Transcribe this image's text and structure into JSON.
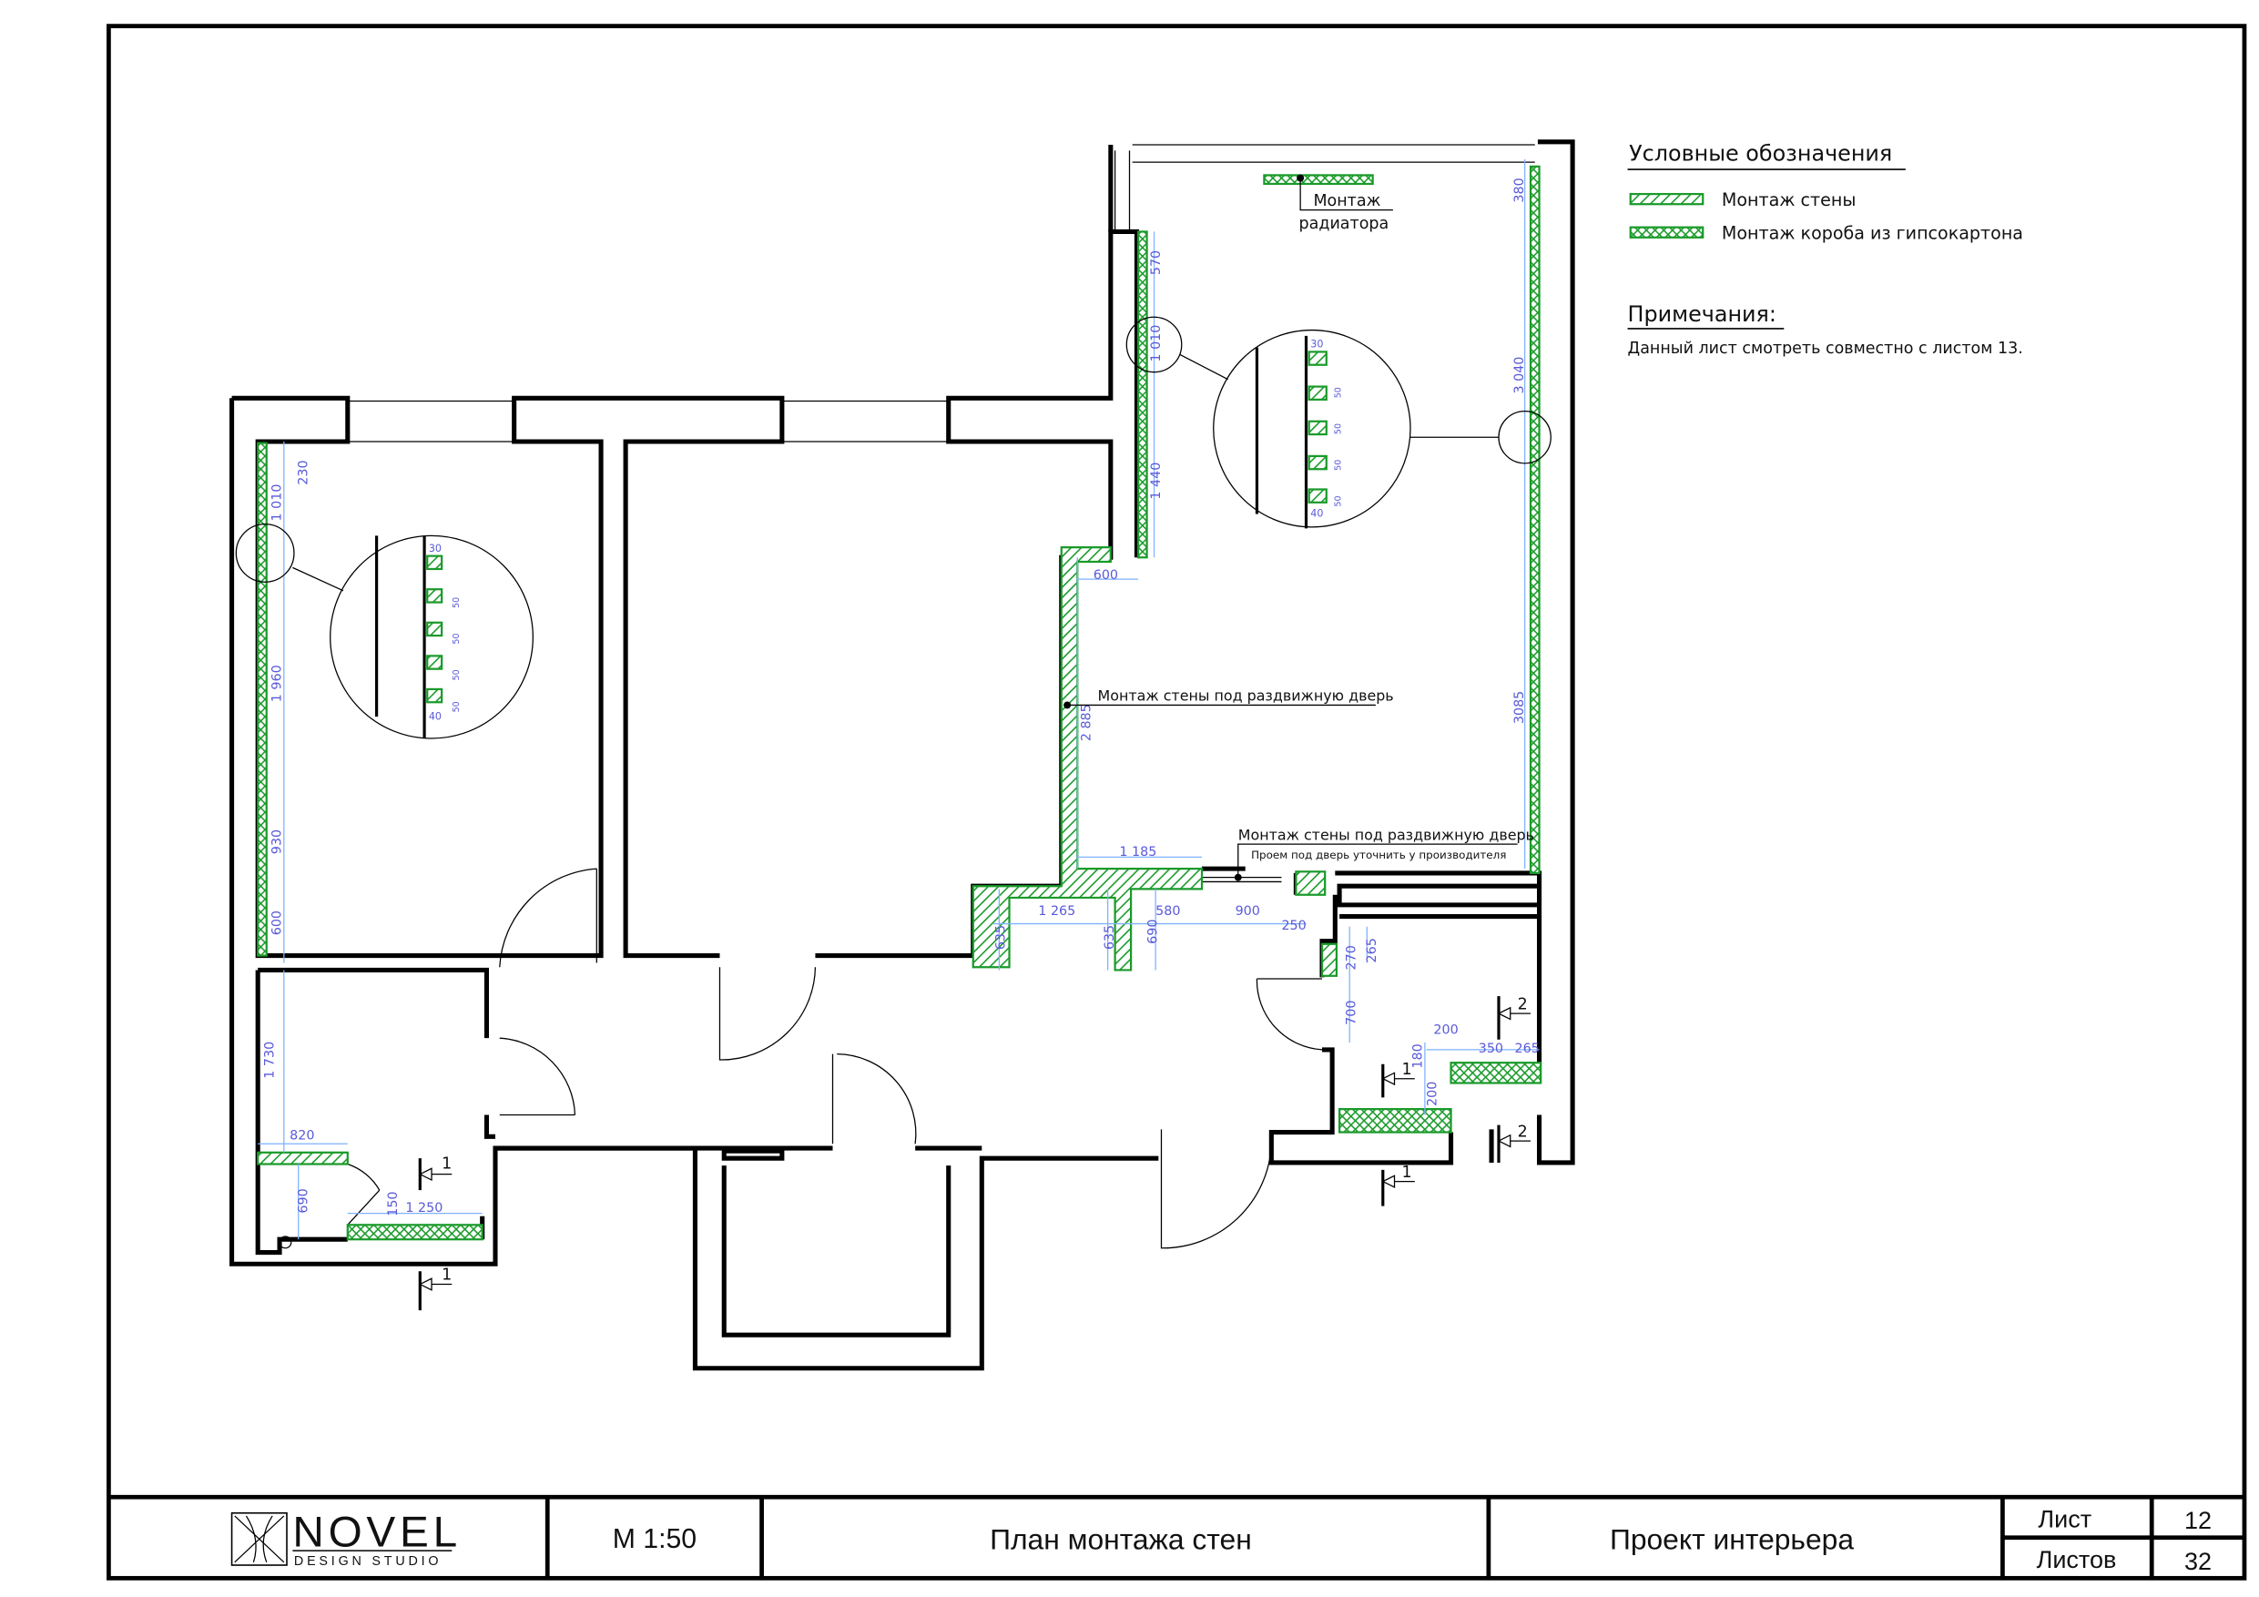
{
  "legend": {
    "title": "Условные обозначения",
    "items": [
      {
        "label": "Монтаж стены",
        "pattern": "diagonal-hatch"
      },
      {
        "label": "Монтаж короба из гипсокартона",
        "pattern": "cross-hatch"
      }
    ]
  },
  "notes": {
    "title": "Примечания:",
    "text": "Данный лист смотреть совместно с листом 13."
  },
  "annotations": {
    "radiator_line1": "Монтаж",
    "radiator_line2": "радиатора",
    "sliding_wall_1": "Монтаж стены под раздвижную дверь",
    "sliding_wall_2": "Монтаж стены под раздвижную дверь",
    "opening_note": "Проем под дверь уточнить у производителя"
  },
  "dims_left": [
    "230",
    "1 010",
    "1 960",
    "930",
    "600",
    "1 730",
    "820",
    "690",
    "150",
    "1 250"
  ],
  "dims_right": [
    "570",
    "1 010",
    "1 440",
    "600",
    "2 885",
    "1 185",
    "1 265",
    "635",
    "635",
    "580",
    "690",
    "900",
    "250",
    "270",
    "265",
    "700",
    "200",
    "180",
    "350",
    "265",
    "200",
    "380",
    "3 040",
    "3085"
  ],
  "detail": {
    "top": "30",
    "step": "50",
    "bottom": "40"
  },
  "sections": [
    "1",
    "1",
    "1",
    "1",
    "2",
    "2"
  ],
  "title_block": {
    "logo_name": "NOVEL",
    "logo_sub": "DESIGN STUDIO",
    "scale": "М 1:50",
    "sheet_title": "План монтажа  стен",
    "project": "Проект интерьера",
    "sheet_label": "Лист",
    "sheet_no": "12",
    "sheets_label": "Листов",
    "sheets_total": "32"
  },
  "colors": {
    "wall_green": "#1a9a2a",
    "dimension_blue": "#5a5ad8",
    "dim_line": "#7fb2ff"
  }
}
